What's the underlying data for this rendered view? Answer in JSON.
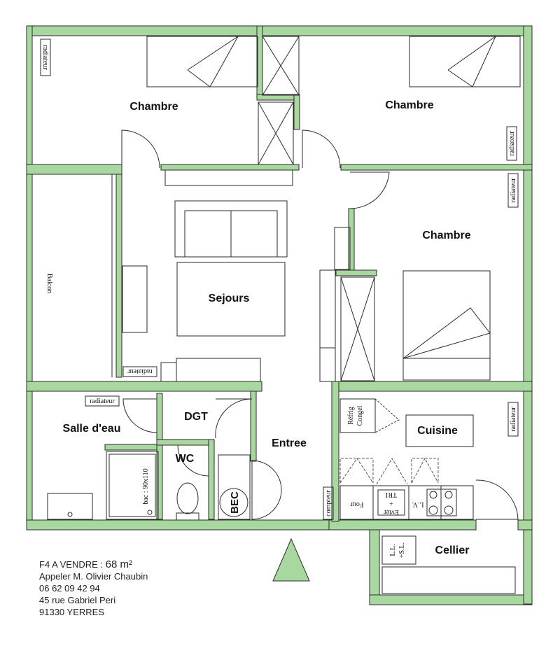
{
  "rooms": {
    "chambre_nw": "Chambre",
    "chambre_ne": "Chambre",
    "chambre_e": "Chambre",
    "sejour": "Sejours",
    "salle_eau": "Salle d'eau",
    "dgt": "DGT",
    "wc": "WC",
    "entree": "Entree",
    "cuisine": "Cuisine",
    "cellier": "Cellier",
    "balcon": "Balcon"
  },
  "fixtures": {
    "radiateur": "radiateur",
    "bac": "bac : 90x110",
    "bec": "BEC",
    "compteur": "compteur",
    "four": "Four",
    "evier_tri": "TRI",
    "evier_plus": "+",
    "evier": "Evier",
    "lv": "L.V.",
    "refrig": "Réfrig",
    "congel": "Congel",
    "ll": "L.L.",
    "sl": "+S.L."
  },
  "listing": {
    "title": "F4 A VENDRE :",
    "area": "68 m²",
    "contact": "Appeler M. Olivier Chaubin",
    "phone": "06 62 09 42 94",
    "street": "45 rue Gabriel Peri",
    "city": "91330 YERRES"
  },
  "colors": {
    "wall_fill": "#a8d8a0",
    "wall_stroke": "#2a2a2a"
  }
}
